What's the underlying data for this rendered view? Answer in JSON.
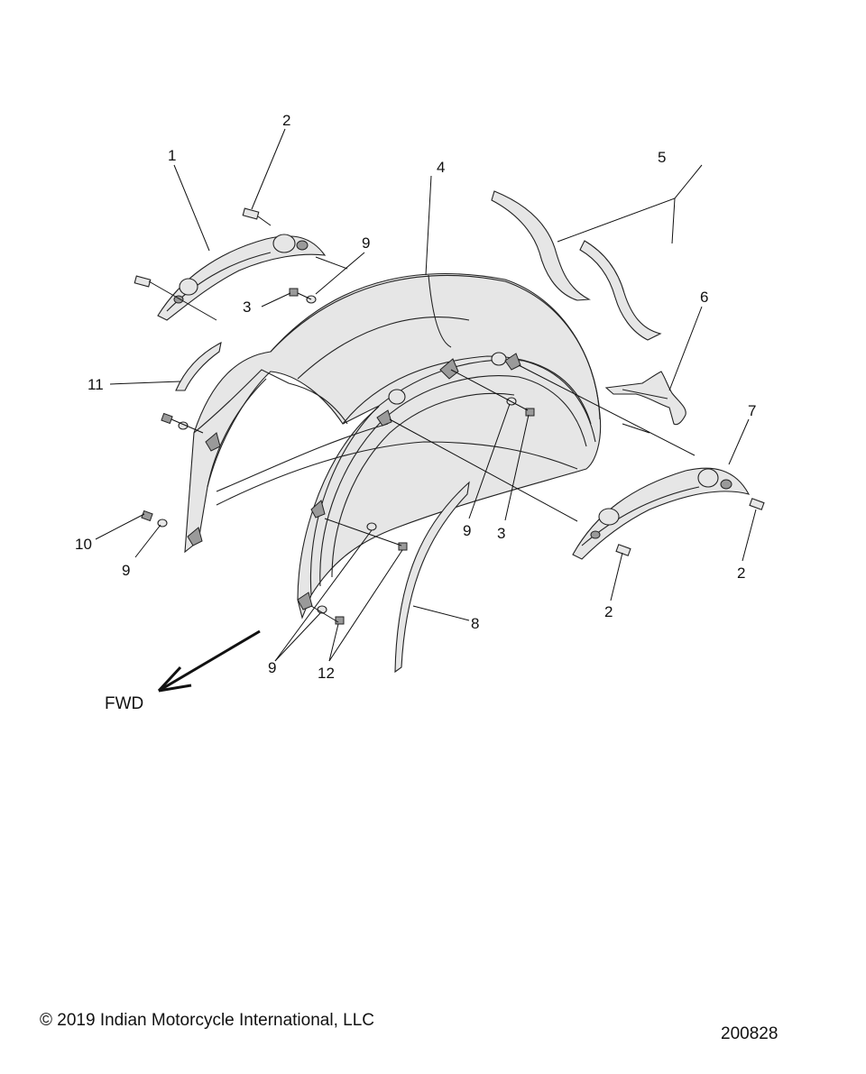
{
  "callouts": {
    "c1": "1",
    "c2a": "2",
    "c2b": "2",
    "c2c": "2",
    "c3a": "3",
    "c3b": "3",
    "c4": "4",
    "c5": "5",
    "c6": "6",
    "c7": "7",
    "c8": "8",
    "c9a": "9",
    "c9b": "9",
    "c9c": "9",
    "c9d": "9",
    "c10": "10",
    "c11": "11",
    "c12": "12"
  },
  "direction_label": "FWD",
  "copyright": "© 2019 Indian Motorcycle International, LLC",
  "figure_id": "200828"
}
